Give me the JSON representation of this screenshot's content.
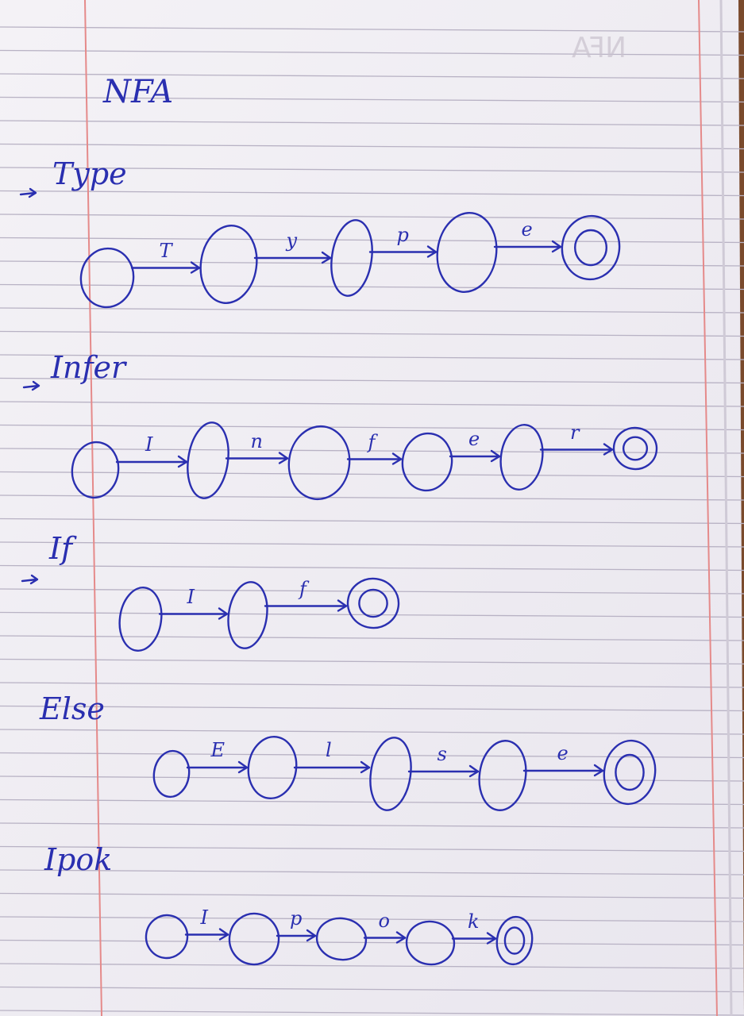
{
  "title": "NFA",
  "mirrored_bleed_text": "NFA",
  "colors": {
    "ink": "#2a2fb0",
    "paper": "#f3f1f5",
    "rule": "#b8b2c4",
    "margin_rule": "#e58a8a"
  },
  "automata": [
    {
      "label": "Type",
      "has_start_arrow": true,
      "transitions": [
        "T",
        "y",
        "p",
        "e"
      ]
    },
    {
      "label": "Infer",
      "has_start_arrow": true,
      "transitions": [
        "I",
        "n",
        "f",
        "e",
        "r"
      ]
    },
    {
      "label": "If",
      "has_start_arrow": true,
      "transitions": [
        "I",
        "f"
      ]
    },
    {
      "label": "Else",
      "has_start_arrow": false,
      "transitions": [
        "E",
        "l",
        "s",
        "e"
      ]
    },
    {
      "label": "Ipok",
      "has_start_arrow": false,
      "transitions": [
        "I",
        "p",
        "o",
        "k"
      ]
    }
  ]
}
